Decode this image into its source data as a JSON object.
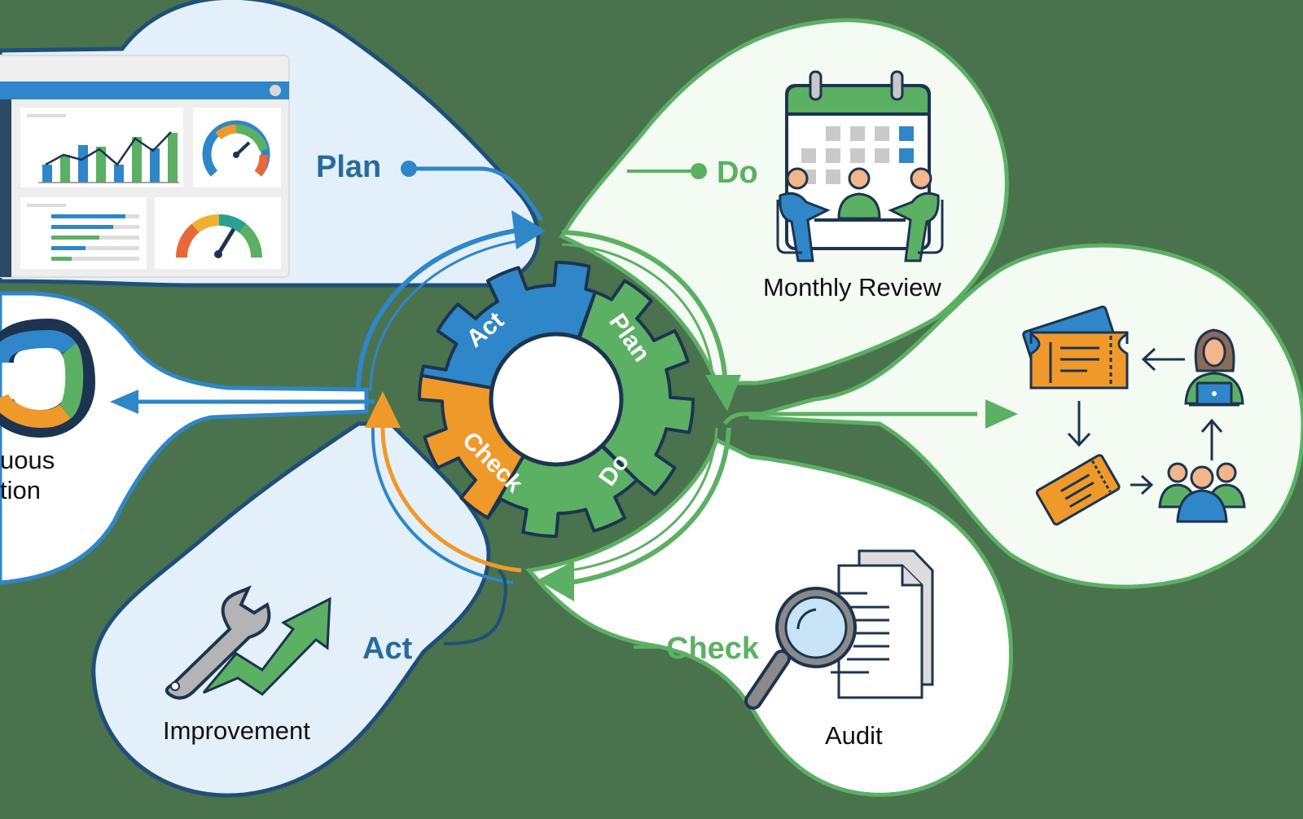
{
  "diagram": {
    "title": "PDCA Cycle",
    "colors": {
      "background": "#4a724c",
      "blue": "#2f86c8",
      "dark_blue": "#1e4f78",
      "green": "#5cb063",
      "orange": "#f0992b",
      "outline": "#1c3450",
      "light_blue_fill": "#e3f0fa",
      "light_green_fill": "#f4fbf3"
    },
    "gear": {
      "segments": [
        {
          "label": "Act",
          "color": "#2f86c8"
        },
        {
          "label": "Plan",
          "color": "#5cb063"
        },
        {
          "label": "Do",
          "color": "#5cb063"
        },
        {
          "label": "Check",
          "color": "#f0992b"
        }
      ]
    },
    "phases": {
      "plan": {
        "label": "Plan",
        "icon": "dashboard-icon"
      },
      "do": {
        "label": "Do",
        "icon": "calendar-meeting-icon",
        "caption": "Monthly Review"
      },
      "check": {
        "label": "Check",
        "icon": "audit-icon",
        "caption": "Audit"
      },
      "act": {
        "label": "Act",
        "icon": "wrench-growth-icon",
        "caption": "Improvement"
      }
    },
    "continuous": {
      "icon": "infinity-loop-icon",
      "caption_line1": "uous",
      "caption_line2": "tion"
    },
    "workflow": {
      "icon": "ticket-workflow-icon"
    }
  }
}
